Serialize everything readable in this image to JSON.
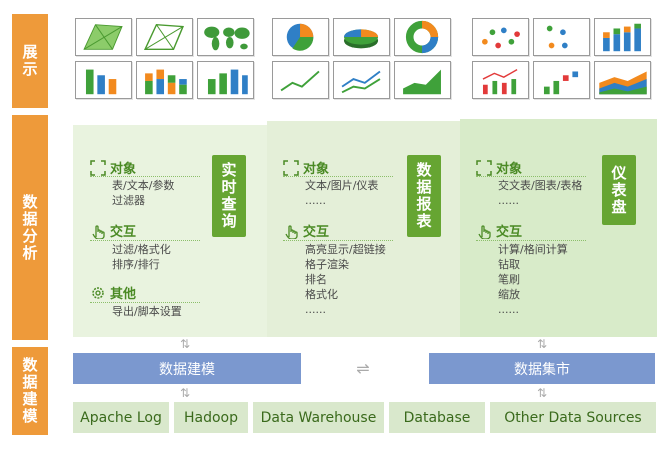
{
  "side_labels": {
    "display": "展示",
    "analysis": "数据分析",
    "modeling": "数据建模"
  },
  "thumbnails": {
    "group1": [
      "map-green-icon",
      "map-outline-icon",
      "world-map-icon",
      "bar-chart-icon",
      "stacked-bar-icon",
      "3d-bar-icon"
    ],
    "group2": [
      "pie-chart-icon",
      "3d-pie-icon",
      "donut-chart-icon",
      "line-chart-icon",
      "multi-line-icon",
      "area-chart-icon"
    ],
    "group3": [
      "scatter-icon",
      "scatter-dots-icon",
      "3d-stacked-bar-icon",
      "combo-chart-icon",
      "step-bar-icon",
      "stacked-area-icon"
    ]
  },
  "panels": [
    {
      "tag": "实时查询",
      "sections": [
        {
          "title": "对象",
          "items": [
            "表/文本/参数",
            "过滤器"
          ]
        },
        {
          "title": "交互",
          "items": [
            "过滤/格式化",
            "排序/排行"
          ]
        },
        {
          "title": "其他",
          "items": [
            "导出/脚本设置"
          ]
        }
      ]
    },
    {
      "tag": "数据报表",
      "sections": [
        {
          "title": "对象",
          "items": [
            "文本/图片/仪表",
            "......"
          ]
        },
        {
          "title": "交互",
          "items": [
            "高亮显示/超链接",
            "格子渲染",
            "排名",
            "格式化",
            "......"
          ]
        }
      ]
    },
    {
      "tag": "仪表盘",
      "sections": [
        {
          "title": "对象",
          "items": [
            "交文表/图表/表格",
            "......"
          ]
        },
        {
          "title": "交互",
          "items": [
            "计算/格间计算",
            "钻取",
            "笔刷",
            "缩放",
            "......"
          ]
        }
      ]
    }
  ],
  "modeling": {
    "left": "数据建模",
    "right": "数据集市"
  },
  "sources": [
    "Apache Log",
    "Hadoop",
    "Data Warehouse",
    "Database",
    "Other Data Sources"
  ],
  "colors": {
    "orange": "#ee9a3a",
    "green_dark": "#66a532",
    "green_light": "#e9f3df",
    "blue": "#7b98cf",
    "source_bg": "#d9e8cc"
  }
}
